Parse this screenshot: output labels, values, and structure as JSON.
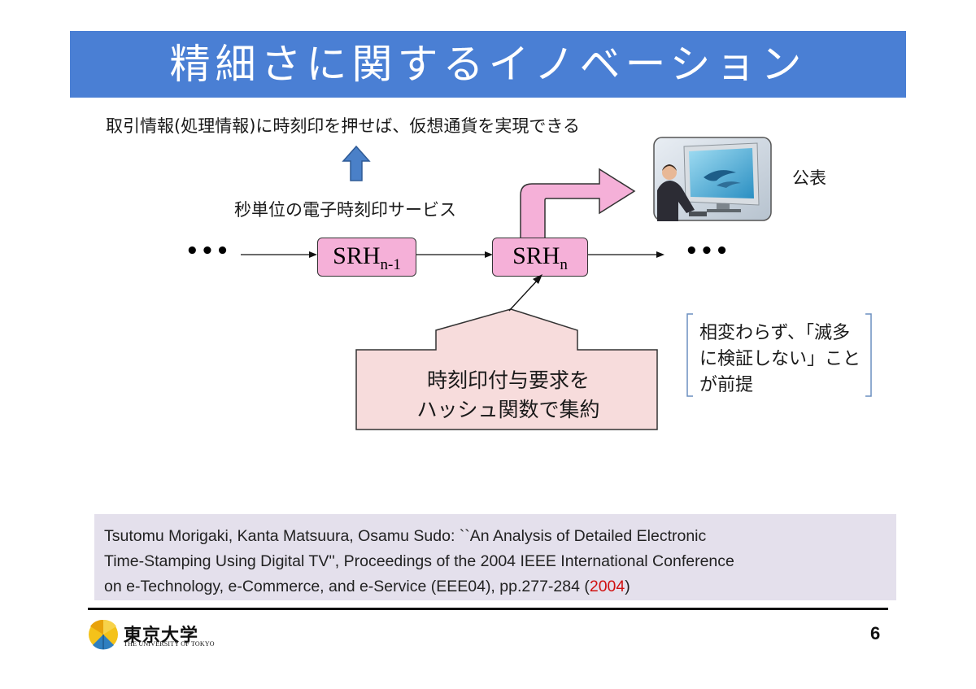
{
  "slide": {
    "title": "精細さに関するイノベーション",
    "top_statement": "取引情報(処理情報)に時刻印を押せば、仮想通貨を実現できる",
    "service_label": "秒単位の電子時刻印サービス",
    "publish_label": "公表",
    "ellipsis_left": "•••",
    "ellipsis_right": "•••",
    "srh_prev": {
      "base": "SRH",
      "sub": "n-1"
    },
    "srh_curr": {
      "base": "SRH",
      "sub": "n"
    },
    "request_line1": "時刻印付与要求を",
    "request_line2": "ハッシュ関数で集約",
    "note_line1": "相変わらず、「滅多",
    "note_line2": "に検証しない」こと",
    "note_line3": "が前提",
    "citation_line1": "Tsutomu Morigaki, Kanta Matsuura, Osamu Sudo: ``An Analysis of Detailed Electronic",
    "citation_line2": "Time-Stamping Using Digital TV'', Proceedings of the 2004 IEEE International Conference",
    "citation_line3_a": "on e-Technology, e-Commerce, and e-Service (EEE04), pp.277-284 (",
    "citation_year": "2004",
    "citation_line3_b": ")",
    "page_number": "6"
  },
  "footer_logo": {
    "name_jp": "東京大学",
    "name_en": "THE UNIVERSITY OF TOKYO"
  },
  "colors": {
    "title_bar": "#4a7fd4",
    "srh_fill": "#f5b0d8",
    "request_fill": "#f7dcdc",
    "up_arrow": "#4a80c8",
    "citation_bg": "#e4e0ec",
    "citation_year": "#d01010"
  },
  "icons": [
    "up-arrow-icon",
    "curved-pink-arrow-icon",
    "tv-viewer-illustration",
    "ginkgo-logo-icon"
  ]
}
